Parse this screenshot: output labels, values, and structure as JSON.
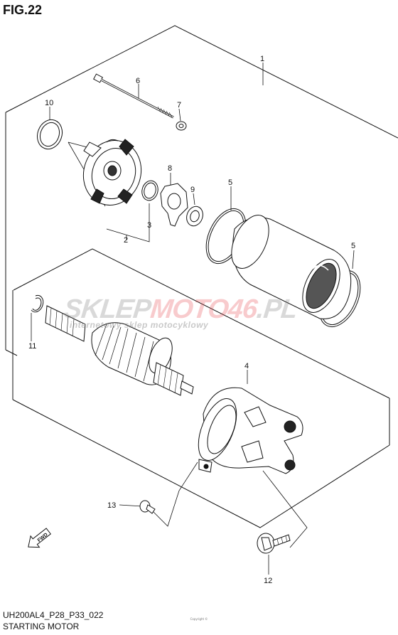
{
  "figure": {
    "title": "FIG.22",
    "model_code": "UH200AL4_P28_P33_022",
    "section_name": "STARTING MOTOR",
    "fine_print": "Copyright ©"
  },
  "watermark": {
    "brand_part1": "SKLEP",
    "brand_part2": "MOTO",
    "brand_part3": "46",
    "brand_part4": ".PL",
    "tagline": "internetowy sklep motocyklowy",
    "brand_color": "#e8474f"
  },
  "direction_marker": {
    "label": "FWD",
    "icon": "forward-arrow-icon"
  },
  "callouts": [
    "1",
    "2",
    "3",
    "4",
    "5",
    "5",
    "6",
    "7",
    "8",
    "9",
    "10",
    "11",
    "12",
    "13"
  ]
}
